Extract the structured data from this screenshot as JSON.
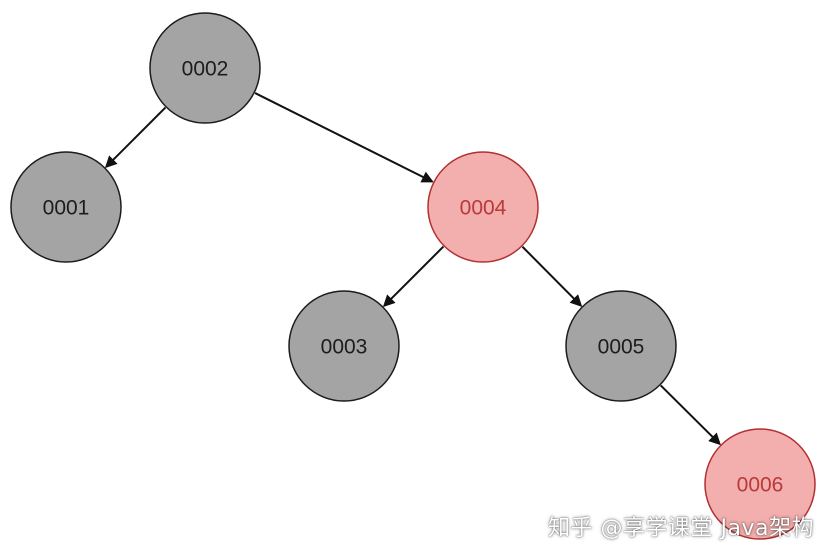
{
  "diagram": {
    "type": "red-black-tree",
    "nodes": [
      {
        "id": "n0002",
        "label": "0002",
        "color": "black"
      },
      {
        "id": "n0001",
        "label": "0001",
        "color": "black"
      },
      {
        "id": "n0004",
        "label": "0004",
        "color": "red"
      },
      {
        "id": "n0003",
        "label": "0003",
        "color": "black"
      },
      {
        "id": "n0005",
        "label": "0005",
        "color": "black"
      },
      {
        "id": "n0006",
        "label": "0006",
        "color": "red"
      }
    ],
    "edges": [
      {
        "from": "n0002",
        "to": "n0001"
      },
      {
        "from": "n0002",
        "to": "n0004"
      },
      {
        "from": "n0004",
        "to": "n0003"
      },
      {
        "from": "n0004",
        "to": "n0005"
      },
      {
        "from": "n0005",
        "to": "n0006"
      }
    ]
  },
  "colors": {
    "black_fill": "#a4a4a5",
    "black_stroke": "#1c1c1c",
    "black_text": "#1c1c1c",
    "red_fill": "#f3aeae",
    "red_stroke": "#b33030",
    "red_text": "#b83a3a",
    "edge": "#111111"
  },
  "watermark": "知乎 @享学课堂 Java架构"
}
